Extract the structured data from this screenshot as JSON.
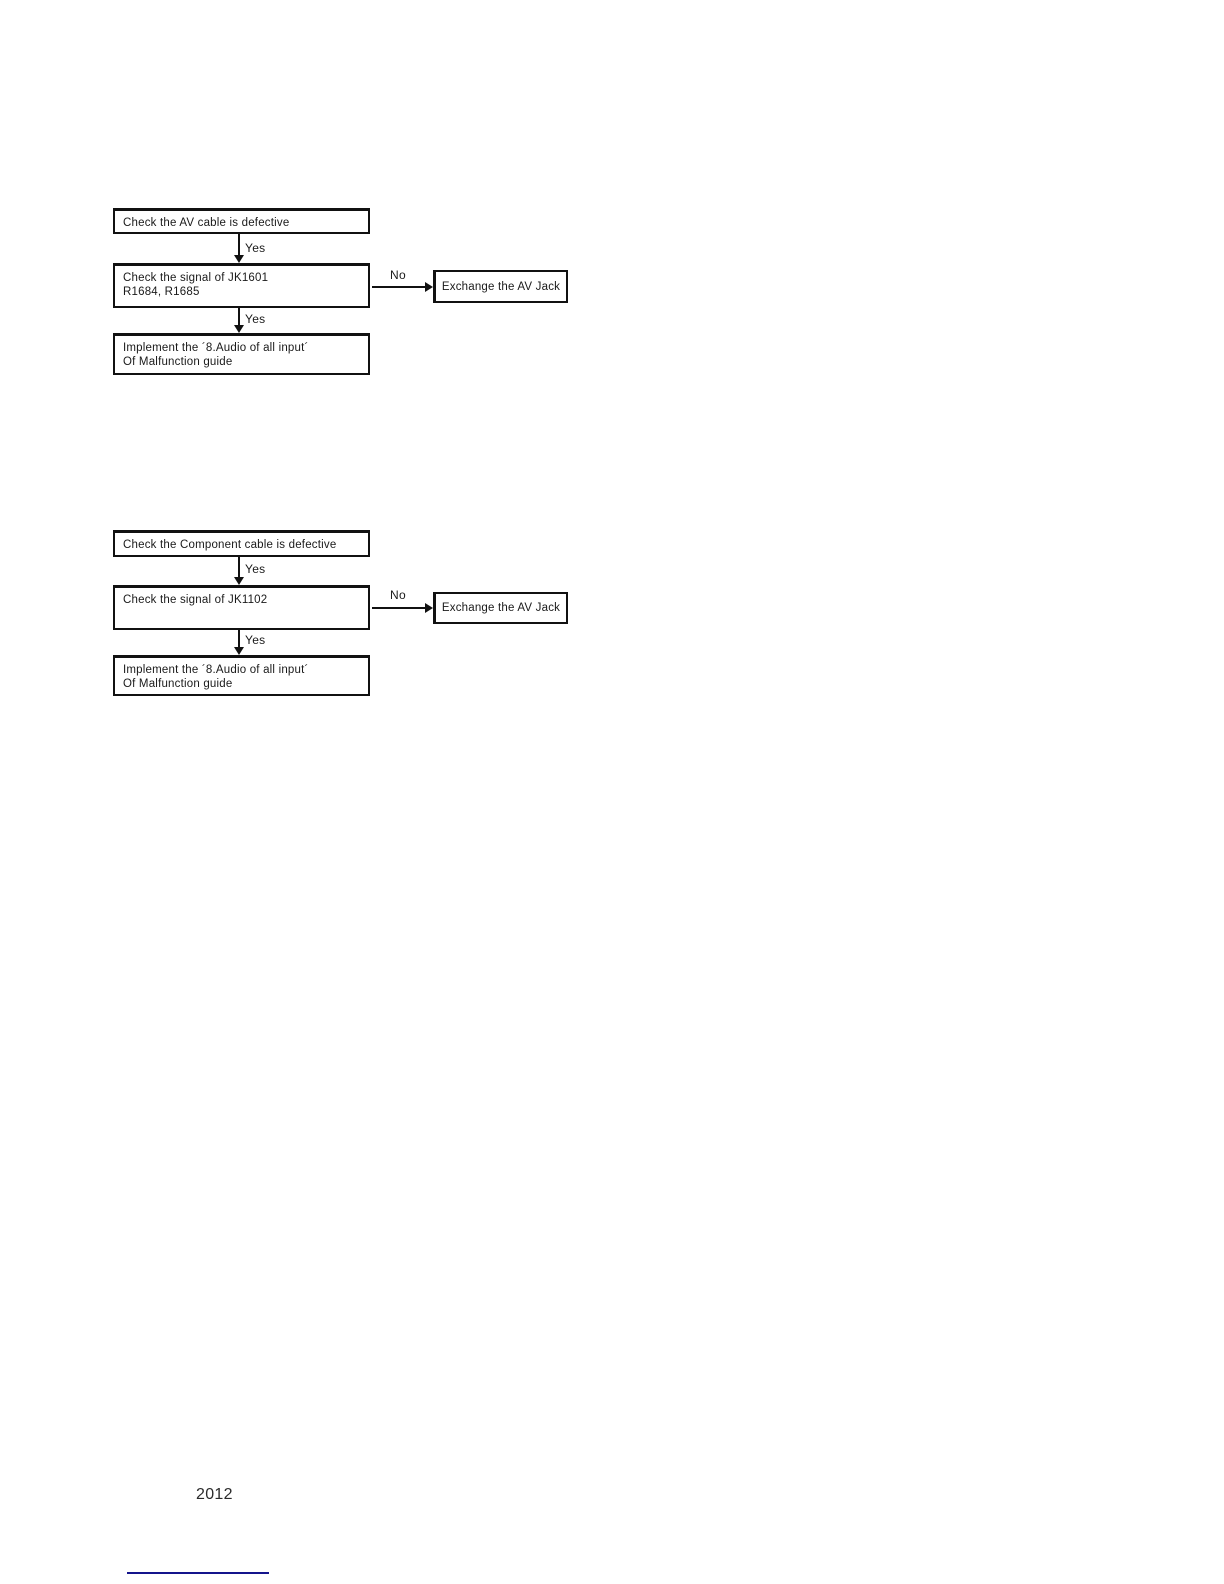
{
  "flowcharts": [
    {
      "name": "av-audio-troubleshooting",
      "step1": "Check the AV cable is defective",
      "yes1": "Yes",
      "step2_line1": "Check the signal of JK1601",
      "step2_line2": "R1684, R1685",
      "no": "No",
      "no_action": "Exchange the AV Jack",
      "yes2": "Yes",
      "step3_line1": "Implement the ´8.Audio of all input´",
      "step3_line2": "Of Malfunction guide"
    },
    {
      "name": "component-audio-troubleshooting",
      "step1": "Check the Component cable is defective",
      "yes1": "Yes",
      "step2_line1": "Check the signal of JK1102",
      "step2_line2": "",
      "no": "No",
      "no_action": "Exchange the AV Jack",
      "yes2": "Yes",
      "step3_line1": "Implement the ´8.Audio of all input´",
      "step3_line2": "Of Malfunction guide"
    }
  ],
  "footer": {
    "year": "2012"
  },
  "colors": {
    "box_border": "#111111",
    "text": "#1a1a1a",
    "footer_rule": "#14148c",
    "background": "#ffffff"
  }
}
